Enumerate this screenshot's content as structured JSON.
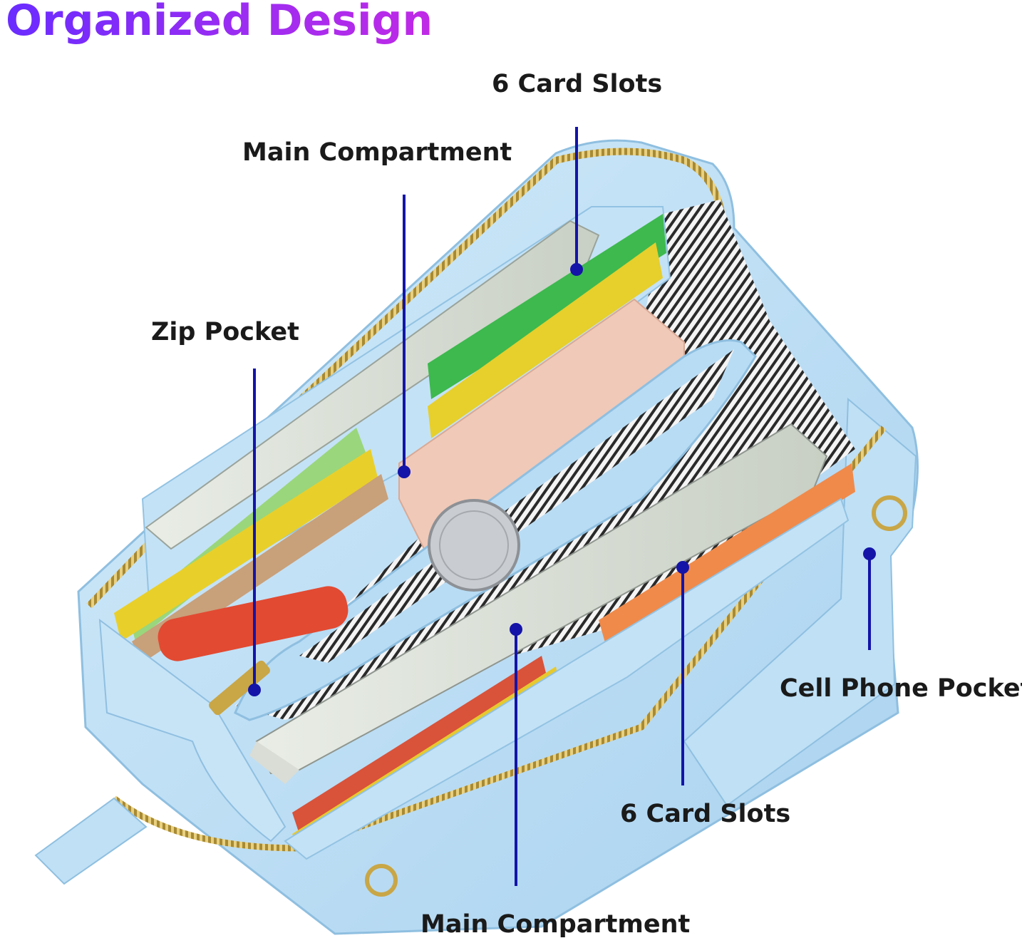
{
  "title": "Organized Design",
  "labels": {
    "card_slots_top": "6 Card Slots",
    "main_compartment_top": "Main Compartment",
    "zip_pocket": "Zip Pocket",
    "cell_phone_pocket": "Cell Phone Pocket",
    "card_slots_bottom": "6 Card Slots",
    "main_compartment_bottom": "Main Compartment"
  },
  "colors": {
    "title_gradient_start": "#6a2cff",
    "title_gradient_end": "#c02ae6",
    "callout_line": "#1414a8",
    "wallet_leather": "#bfe0f5",
    "zipper_gold": "#c9a646"
  }
}
